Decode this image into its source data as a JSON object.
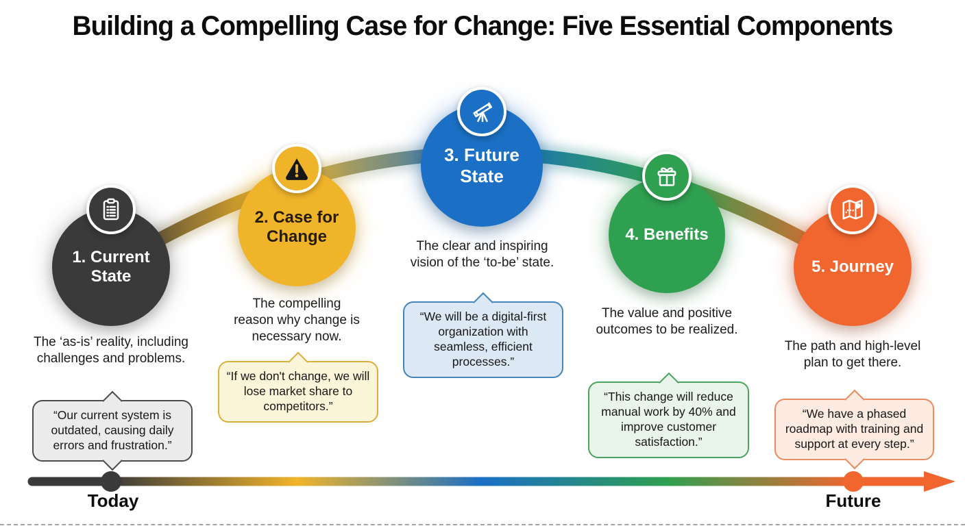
{
  "title": "Building a Compelling Case for Change: Five Essential Components",
  "steps": [
    {
      "label": "1. Current State",
      "icon": "clipboard-icon",
      "accent_color": "#3a3a3a",
      "description": "The ‘as-is’ reality, including challenges and problems.",
      "quote": "“Our current system is outdated, causing daily errors and frustration.”"
    },
    {
      "label": "2. Case for Change",
      "icon": "warning-icon",
      "accent_color": "#f0b42a",
      "description": "The compelling reason why change is necessary now.",
      "quote": "“If we don't change, we will lose market share to competitors.”"
    },
    {
      "label": "3. Future State",
      "icon": "telescope-icon",
      "accent_color": "#1b70c5",
      "description": "The clear and inspiring vision of the ‘to-be’ state.",
      "quote": "“We will be a digital-first organization with seamless, efficient processes.”"
    },
    {
      "label": "4. Benefits",
      "icon": "gift-icon",
      "accent_color": "#2f9f50",
      "description": "The value and positive outcomes to be realized.",
      "quote": "“This change will reduce manual work by 40% and improve customer satisfaction.”"
    },
    {
      "label": "5. Journey",
      "icon": "map-icon",
      "accent_color": "#f1652f",
      "description": "The path and high-level plan to get there.",
      "quote": "“We have a phased roadmap with training and support at every step.”"
    }
  ],
  "timeline": {
    "start_label": "Today",
    "end_label": "Future",
    "start_color": "#3a3a3a",
    "end_color": "#f1652f"
  }
}
